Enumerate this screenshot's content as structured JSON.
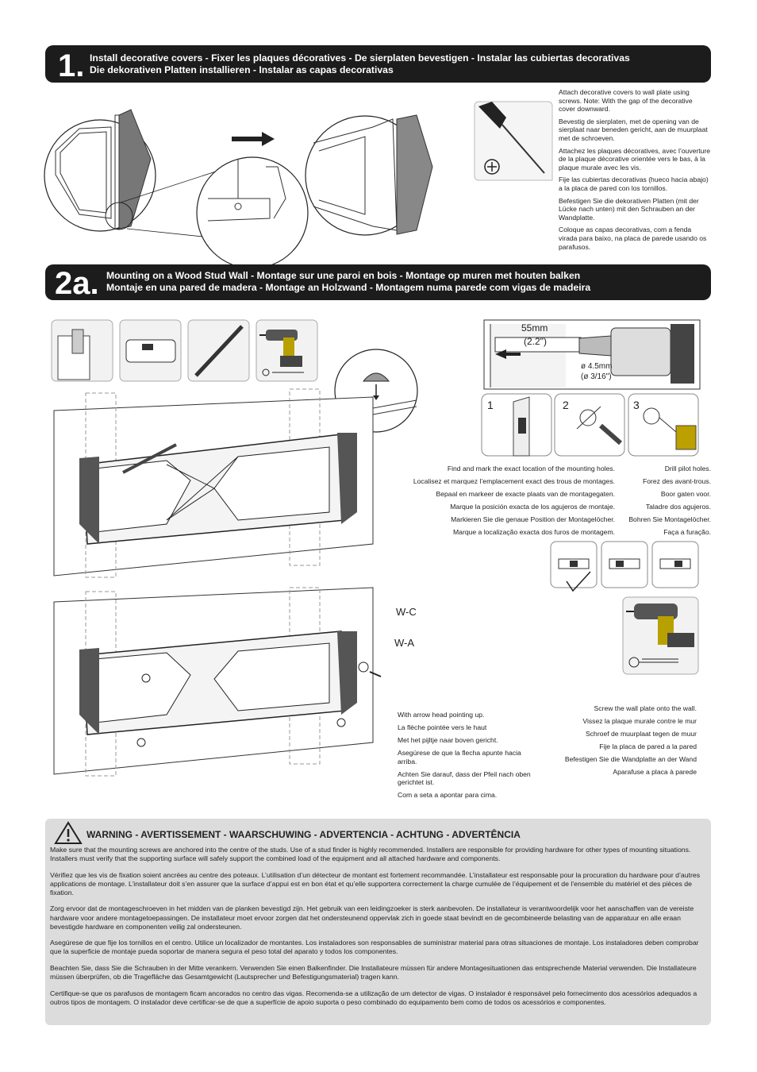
{
  "step1": {
    "number": "1.",
    "title_line1": "Install decorative covers - Fixer les plaques décoratives  - De sierplaten bevestigen -  Instalar las cubiertas decorativas",
    "title_line2": "Die dekorativen Platten installieren - Instalar as capas decorativas",
    "instructions": [
      "Attach decorative covers to wall plate using screws. Note: With the gap of the decorative cover downward.",
      "Bevestig de sierplaten, met de opening van de sierplaat naar beneden gericht, aan de muurplaat met de schroeven.",
      "Attachez les plaques décoratives, avec l’ouverture de la plaque décorative orientée vers le bas,  à la plaque murale avec les vis.",
      "Fije las cubiertas decorativas (hueco hacia abajo) a la placa de pared con los tornillos.",
      "Befestigen Sie die dekorativen Platten (mit der Lücke nach unten) mit den Schrauben an der Wandplatte.",
      "Coloque as capas decorativas, com a fenda virada para baixo, na placa de parede usando os parafusos."
    ]
  },
  "step2a": {
    "number": "2a.",
    "title_line1": "Mounting on a Wood Stud Wall - Montage sur une paroi en bois - Montage op muren met houten balken",
    "title_line2": "Montaje en una pared de madera - Montage an Holzwand  - Montagem numa parede com vigas de madeira",
    "drill_depth": "55mm",
    "drill_depth_in": "(2.2\")",
    "drill_dia": "ø 4.5mm",
    "drill_dia_in": "(ø 3/16\")",
    "sub_steps": [
      "1",
      "2",
      "3"
    ],
    "labels": {
      "wc": "W-C",
      "wa": "W-A"
    },
    "find_mark": [
      "Find and mark the exact location of the mounting holes.",
      "Localisez et marquez l’emplacement exact des trous de montages.",
      "Bepaal en markeer de exacte plaats van de montagegaten.",
      "Marque la posición exacta de los agujeros de montaje.",
      "Markieren Sie die genaue Position der Montagelöcher.",
      "Marque a localização exacta dos furos de montagem."
    ],
    "drill_pilot": [
      "Drill pilot holes.",
      "Forez des avant-trous.",
      "Boor gaten voor.",
      "Taladre dos agujeros.",
      "Bohren Sie Montagelöcher.",
      "Faça a furação."
    ],
    "arrow_up": [
      "With arrow head pointing up.",
      "La flèche pointée vers le haut",
      "Met het pijltje naar boven gericht.",
      "Asegúrese de que la flecha apunte hacia arriba.",
      "Achten Sie darauf, dass der Pfeil nach oben gerichtet ist.",
      "Com a seta a apontar para cima."
    ],
    "screw_plate": [
      "Screw the wall plate onto the wall.",
      "Vissez la plaque murale contre le mur",
      "Schroef de muurplaat tegen de muur",
      "Fije la placa de pared a la pared",
      "Befestigen Sie die Wandplatte an der Wand",
      "Aparafuse a placa à parede"
    ]
  },
  "warning": {
    "title": "WARNING - AVERTISSEMENT - WAARSCHUWING - ADVERTENCIA - ACHTUNG - ADVERTÊNCIA",
    "paragraphs": [
      "Make sure that the mounting screws are anchored into the centre of the studs. Use of a stud finder is highly recommended. Installers are responsible for providing hardware for other types of mounting situations. Installers must verify that the supporting surface will safely support the combined load of the equipment and all attached hardware and components.",
      "Vérifiez que les vis de fixation soient ancrées au centre des poteaux. L’utilisation d’un détecteur de montant est fortement recommandée. L’installateur est responsable pour la procuration du hardware pour d’autres applications de montage. L’installateur doit s’en assurer que la surface d’appui est en bon état et qu’elle supportera correctement la charge cumulée de l’équipement et de l’ensemble du matériel et des pièces de fixation.",
      "Zorg ervoor dat de montageschroeven in het midden van de planken bevestigd zijn. Het gebruik van een leidingzoeker is sterk aanbevolen. De installateur is verantwoordelijk voor het aanschaffen van de vereiste hardware voor andere montagetoepassingen. De installateur moet ervoor zorgen dat het ondersteunend oppervlak zich in goede staat bevindt en de gecombineerde belasting van de apparatuur en alle eraan bevestigde hardware en componenten veilig zal ondersteunen.",
      "Asegúrese de que fije los tornillos en el centro. Utilice un localizador de montantes. Los instaladores son responsables de suministrar material para otras situaciones de montaje. Los instaladores deben comprobar que la superficie de montaje pueda soportar de manera segura el peso total del aparato y todos los componentes.",
      "Beachten Sie, dass Sie die Schrauben in der Mitte verankern. Verwenden Sie einen Balkenfinder. Die Installateure müssen für andere Montagesituationen das entsprechende Material verwenden. Die Installateure müssen überprüfen, ob die Tragefläche das Gesamtgewicht (Lautsprecher und Befestigungsmaterial) tragen kann.",
      "Certifique-se que os parafusos de montagem ficam ancorados no centro das vigas. Recomenda-se a utilização de um detector de vigas. O instalador é responsável pelo fornecimento dos acessórios adequados a outros tipos de montagem. O instalador deve certificar-se de que a superfície de apoio suporta o peso combinado do equipamento bem como de todos os acessórios e componentes."
    ]
  }
}
